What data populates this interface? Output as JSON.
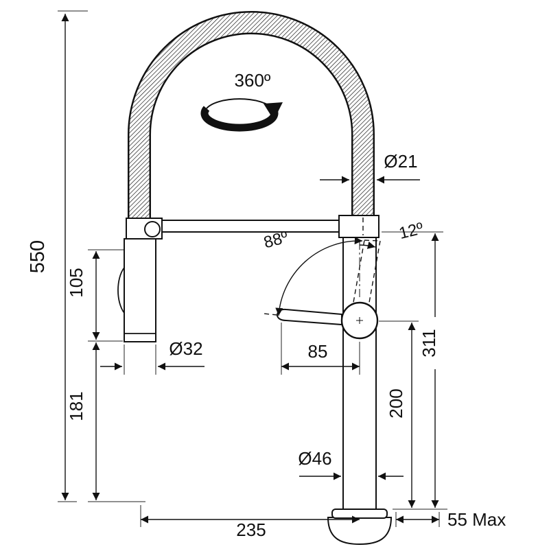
{
  "meta": {
    "title": "Faucet technical dimension drawing",
    "background": "#ffffff",
    "ink": "#111111"
  },
  "labels": {
    "overall_height": "550",
    "head_length": "105",
    "head_drop": "181",
    "head_diameter": "Ø32",
    "hose_diameter": "Ø21",
    "swivel_angle": "360º",
    "lever_arc_angle": "88º",
    "lever_tilt_angle": "12º",
    "lever_reach": "85",
    "spout_height": "200",
    "handle_height": "311",
    "body_diameter": "Ø46",
    "reach": "235",
    "deck_max": "55 Max"
  }
}
